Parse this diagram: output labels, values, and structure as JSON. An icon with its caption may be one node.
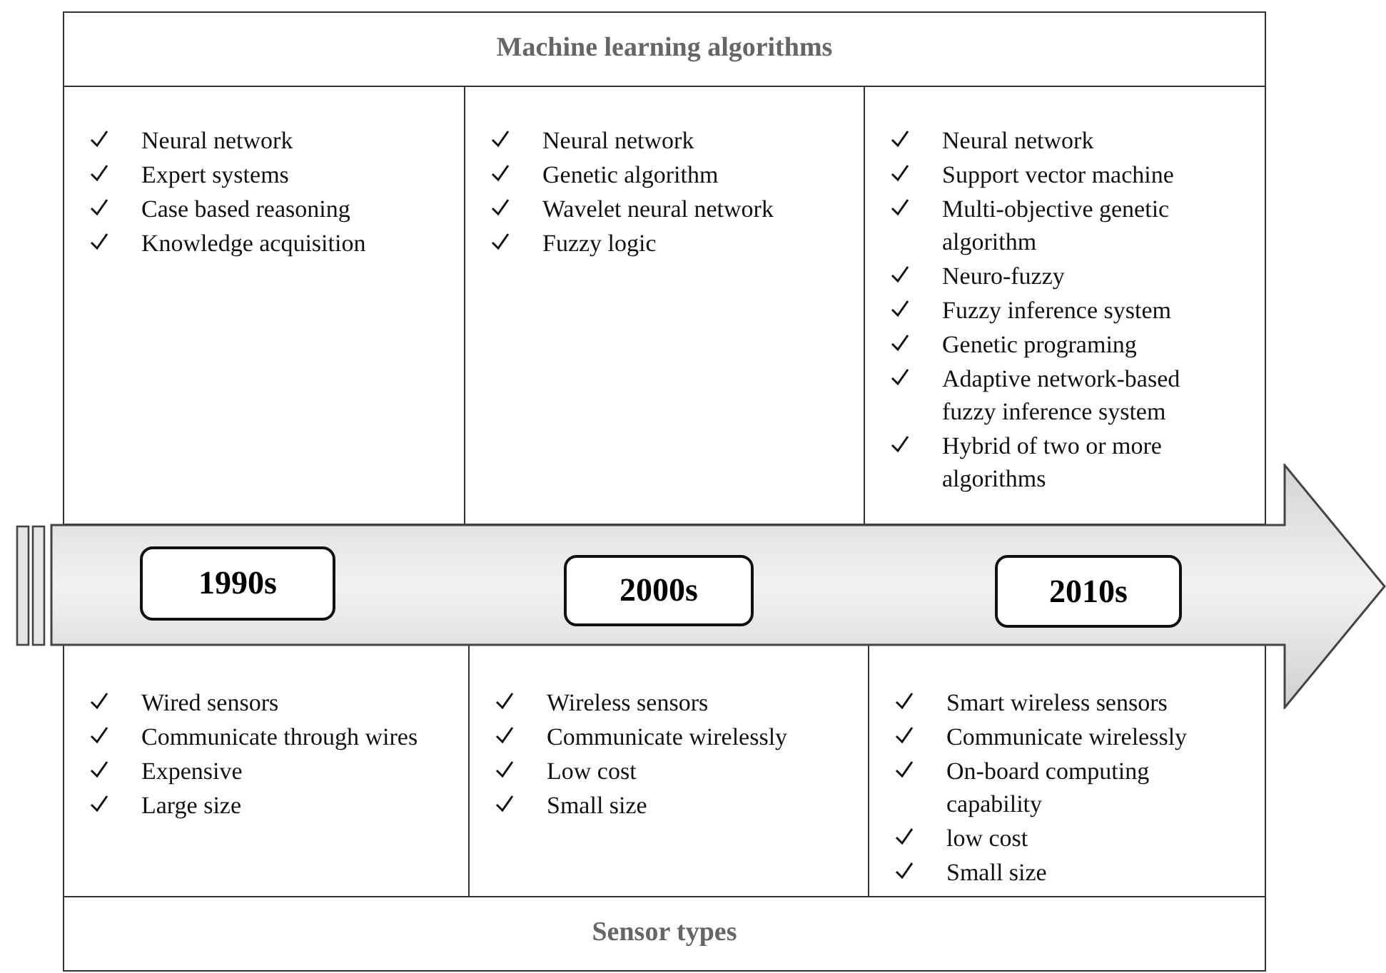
{
  "diagram": {
    "nodes": [
      {
        "text": [
          "Machine learning algorithms"
        ]
      },
      {
        "text": [
          "Neural network",
          "Expert systems",
          "Case based reasoning",
          "Knowledge acquisition"
        ]
      },
      {
        "text": [
          "Neural network",
          "Genetic algorithm",
          "Wavelet neural network",
          "Fuzzy logic"
        ]
      },
      {
        "text": [
          "Neural network",
          "Support vector machine",
          "Multi-objective genetic algorithm",
          "Neuro-fuzzy",
          "Fuzzy inference system",
          "Genetic programing",
          "Adaptive network-based fuzzy inference system",
          "Hybrid of two or more algorithms"
        ]
      },
      {
        "text": [],
        "shape": "arrow"
      },
      {
        "text": [
          "1990s"
        ],
        "in": 4
      },
      {
        "text": [
          "2000s"
        ],
        "in": 4
      },
      {
        "text": [
          "2010s"
        ],
        "in": 4
      },
      {
        "text": [
          "Wired sensors",
          "Communicate through wires",
          "Expensive",
          "Large size"
        ]
      },
      {
        "text": [
          "Wireless sensors",
          "Communicate wirelessly",
          "Low cost",
          "Small size"
        ]
      },
      {
        "text": [
          "Smart wireless sensors",
          "Communicate wirelessly",
          "On-board computing capability",
          "low cost",
          "Small size"
        ]
      },
      {
        "text": [
          "Sensor types"
        ]
      }
    ]
  }
}
